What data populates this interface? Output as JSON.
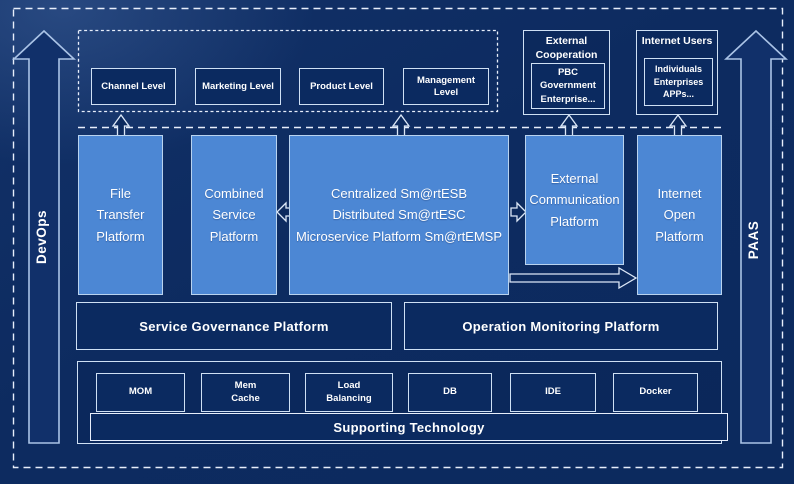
{
  "side_rails": {
    "devops": "DevOps",
    "paas": "PAAS"
  },
  "top_levels": {
    "items": [
      {
        "label": "Channel Level"
      },
      {
        "label": "Marketing Level"
      },
      {
        "label": "Product Level"
      },
      {
        "label": "Management Level"
      }
    ]
  },
  "external_cooperation": {
    "title": "External\nCooperation",
    "item": "PBC Government\nEnterprise..."
  },
  "internet_users": {
    "title": "Internet Users",
    "item": "Individuals\nEnterprises\nAPPs..."
  },
  "platforms": [
    {
      "label": "File\nTransfer\nPlatform"
    },
    {
      "label": "Combined\nService\nPlatform"
    },
    {
      "label": "Centralized Sm@rtESB\nDistributed Sm@rtESC\nMicroservice Platform Sm@rtEMSP"
    },
    {
      "label": "External\nCommunication\nPlatform"
    },
    {
      "label": "Internet\nOpen\nPlatform"
    }
  ],
  "governance": {
    "service_governance": "Service Governance Platform",
    "operation_monitoring": "Operation Monitoring Platform"
  },
  "supporting": {
    "banner": "Supporting Technology",
    "technologies": [
      {
        "label": "MOM"
      },
      {
        "label": "Mem\nCache"
      },
      {
        "label": "Load\nBalancing"
      },
      {
        "label": "DB"
      },
      {
        "label": "IDE"
      },
      {
        "label": "Docker"
      }
    ]
  },
  "colors": {
    "background": "#0c2a5e",
    "platform_fill": "#4c87d4",
    "platform_border": "#b9d3ef",
    "box_fill": "#0b2a60",
    "box_border": "#cfe0f4",
    "text": "#ffffff"
  }
}
